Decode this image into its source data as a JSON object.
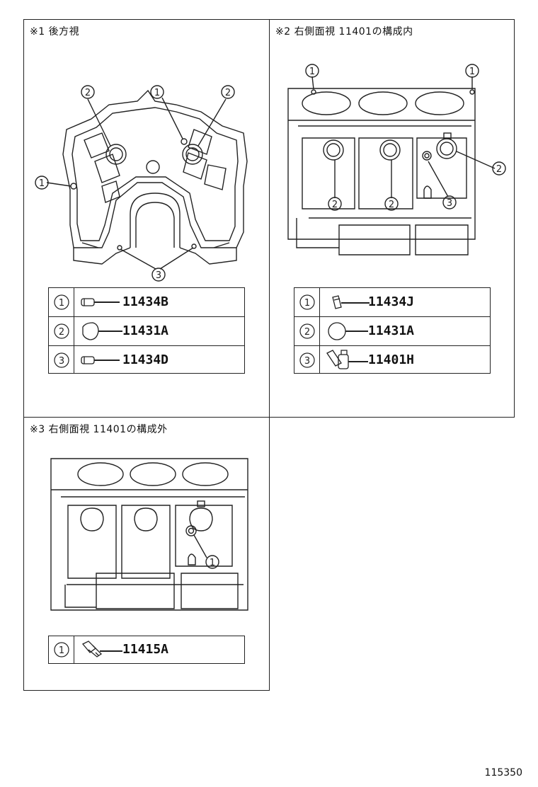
{
  "panels": {
    "p1": {
      "title": "※1  後方視"
    },
    "p2": {
      "title": "※2  右側面視    11401の構成内"
    },
    "p3": {
      "title": "※3  右側面視    11401の構成外"
    }
  },
  "callouts": {
    "n1": "1",
    "n2": "2",
    "n3": "3"
  },
  "tables": {
    "t1": [
      {
        "num": "1",
        "icon": "short-pin-icon",
        "code": "11434B"
      },
      {
        "num": "2",
        "icon": "cup-plug-icon",
        "code": "11431A"
      },
      {
        "num": "3",
        "icon": "short-pin-icon",
        "code": "11434D"
      }
    ],
    "t2": [
      {
        "num": "1",
        "icon": "dowel-pin-icon",
        "code": "11434J"
      },
      {
        "num": "2",
        "icon": "cup-plug-icon",
        "code": "11431A"
      },
      {
        "num": "3",
        "icon": "union-fitting-icon",
        "code": "11401H"
      }
    ],
    "t3": [
      {
        "num": "1",
        "icon": "plug-bolt-icon",
        "code": "11415A"
      }
    ]
  },
  "footer": {
    "code": "115350"
  }
}
